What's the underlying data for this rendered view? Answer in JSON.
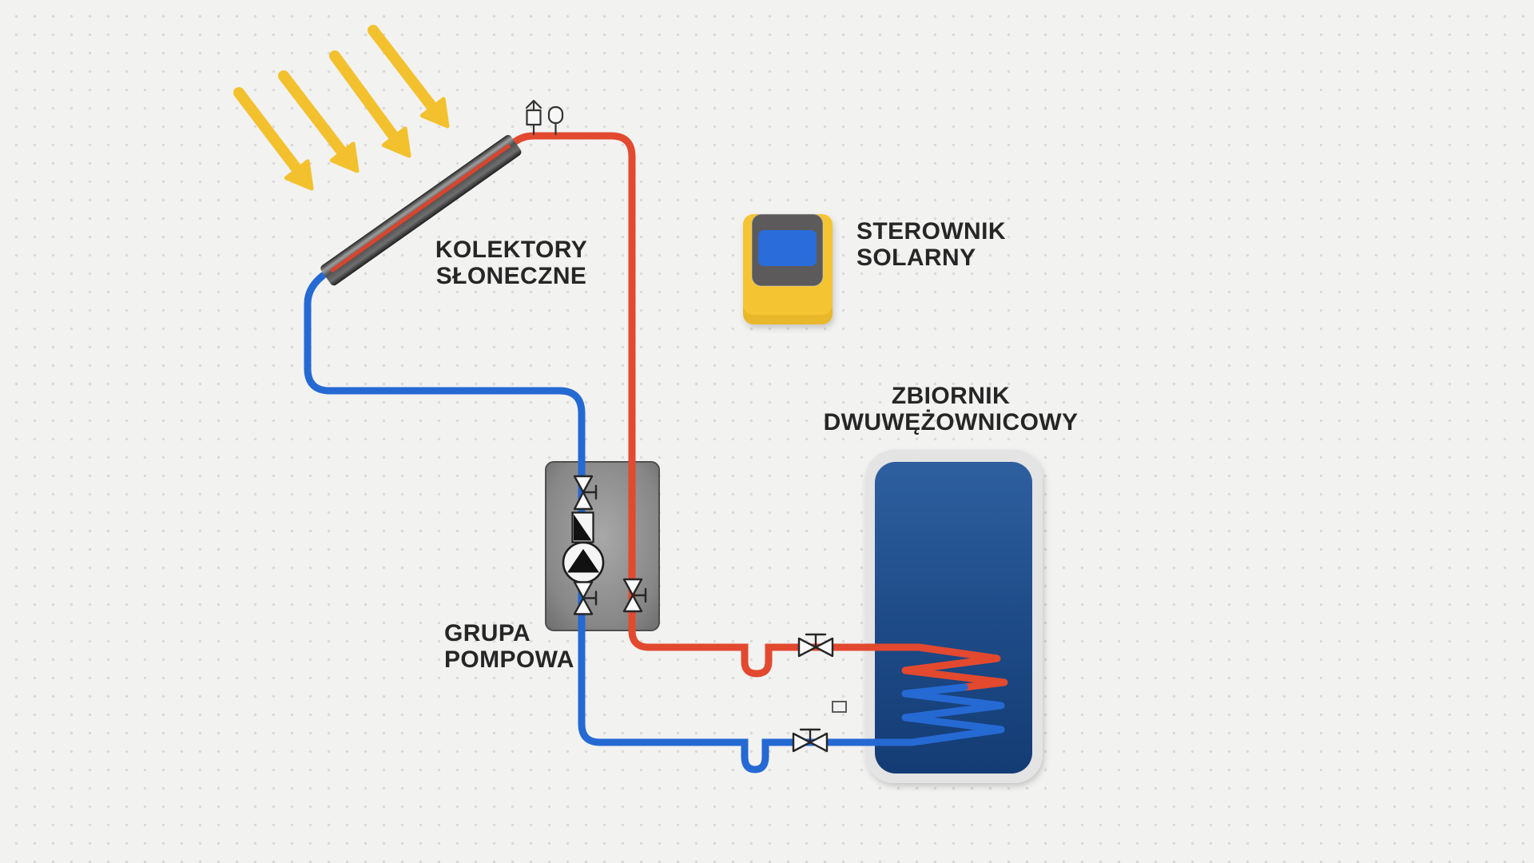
{
  "diagram": {
    "labels": {
      "collectors": {
        "line1": "KOLEKTORY",
        "line2": "SŁONECZNE"
      },
      "controller": {
        "line1": "STEROWNIK",
        "line2": "SOLARNY"
      },
      "tank": {
        "line1": "ZBIORNIK",
        "line2": "DWUWĘŻOWNICOWY"
      },
      "pump_group": {
        "line1": "GRUPA",
        "line2": "POMPOWA"
      }
    },
    "colors": {
      "background": "#f2f2f1",
      "grid_dot": "#d9d9d9",
      "hot_pipe_red": "#e2492f",
      "cold_pipe_blue": "#2569d3",
      "sun_arrow_yellow": "#f3c12e",
      "collector_stripe_red": "#d7452e",
      "tank_shell_gray": "#e4e4e4",
      "tank_gradient_top": "#2e5f9f",
      "tank_gradient_bottom": "#143c74",
      "pump_box_gray": "#8f8f8f",
      "controller_body_yellow": "#f5c433",
      "controller_panel_gray": "#5c5a5a",
      "controller_screen_blue": "#2b6cda",
      "label_text": "#262626"
    },
    "icons": [
      "sun-ray-arrow-icon",
      "air-vent-icon",
      "pipe-sensor-icon",
      "shutoff-valve-icon",
      "flow-meter-icon",
      "circulation-pump-icon",
      "wall-sensor-icon"
    ]
  }
}
